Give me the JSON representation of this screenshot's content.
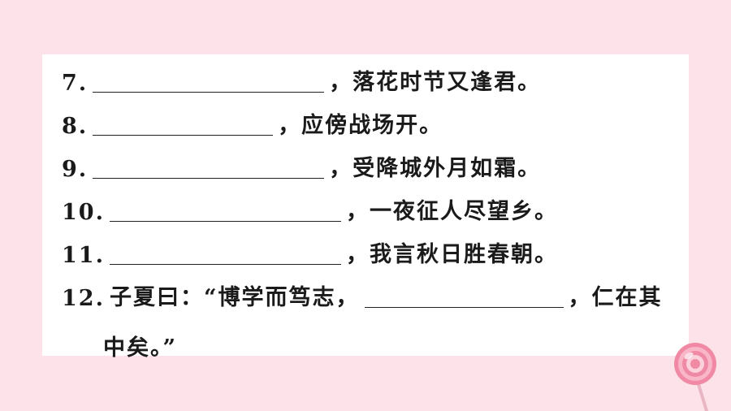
{
  "questions": [
    {
      "num": "7.",
      "after": "，落花时节又逢君。"
    },
    {
      "num": "8.",
      "after": "，应傍战场开。"
    },
    {
      "num": "9.",
      "after": "，受降城外月如霜。"
    },
    {
      "num": "10.",
      "after": "，一夜征人尽望乡。"
    },
    {
      "num": "11.",
      "after": "，我言秋日胜春朝。"
    },
    {
      "num": "12.",
      "before": "子夏曰：“博学而笃志，",
      "after": "，仁在其",
      "continuation": "中矣。”"
    }
  ],
  "colors": {
    "background": "#fde3e9",
    "card": "#ffffff",
    "text": "#1a1a1a"
  },
  "decoration": "lollipop-icon"
}
